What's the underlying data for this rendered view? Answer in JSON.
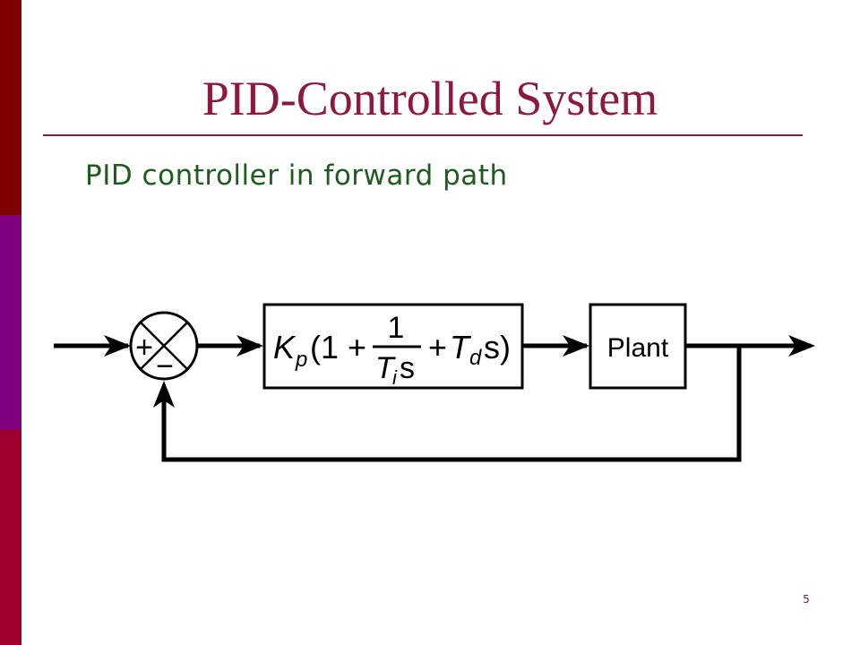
{
  "slide": {
    "title": "PID-Controlled System",
    "subtitle": "PID controller in forward path",
    "page_number": "5"
  },
  "diagram": {
    "summing_junction": {
      "plus_sign": "+",
      "minus_sign": "−"
    },
    "controller": {
      "kp_symbol": "K",
      "kp_subscript": "p",
      "open_text": "(1 +",
      "numerator": "1",
      "denominator_symbol": "T",
      "denominator_subscript": "i",
      "denominator_var": "s",
      "plus_text": "+",
      "td_symbol": "T",
      "td_subscript": "d",
      "close_text": "s)"
    },
    "plant": {
      "label": "Plant"
    }
  },
  "colors": {
    "title": "#8B1A3C",
    "rule": "#8B1A3C",
    "subtitle": "#1E5B1E",
    "bar_top": "#7F0000",
    "bar_mid": "#800080",
    "bar_bot": "#A0002E",
    "line": "#000000"
  }
}
